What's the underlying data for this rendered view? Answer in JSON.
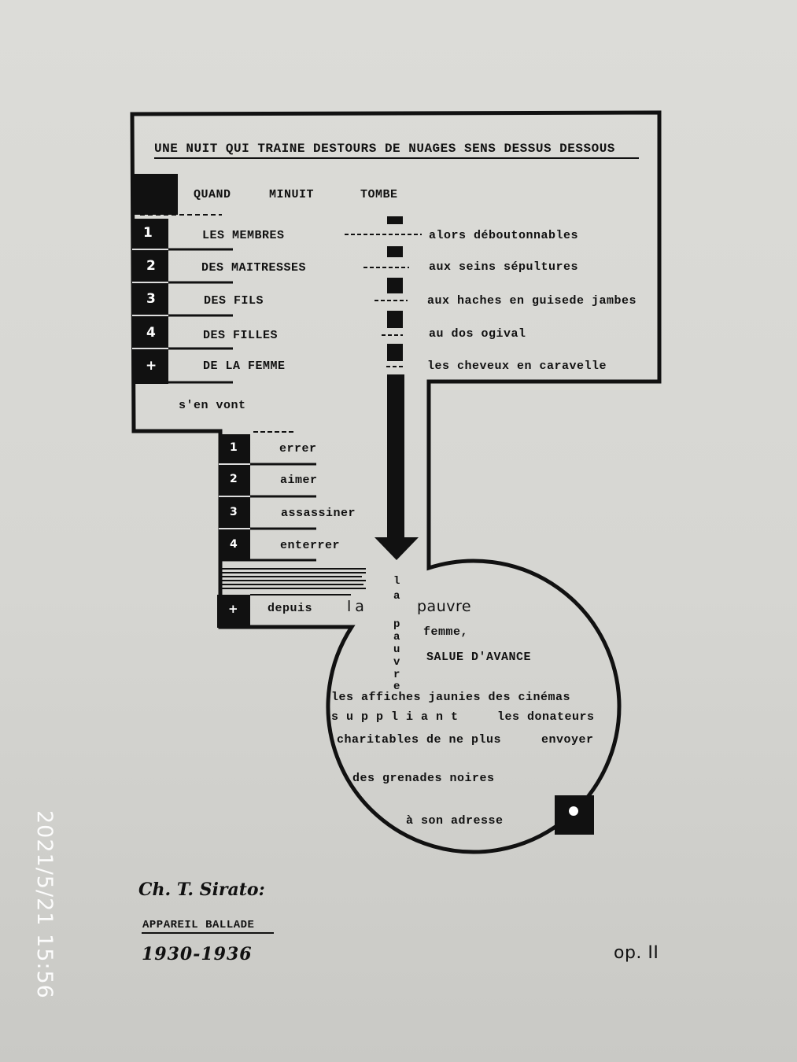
{
  "title_line": "UNE NUIT QUI TRAINE DESTOURS DE NUAGES SENS DESSUS DESSOUS",
  "header": {
    "col1": "QUAND",
    "col2": "MINUIT",
    "col3": "TOMBE"
  },
  "top_rows": [
    {
      "num": "1",
      "subject": "LES MEMBRES",
      "phrase": "alors déboutonnables"
    },
    {
      "num": "2",
      "subject": "DES MAITRESSES",
      "phrase": "aux seins sépultures"
    },
    {
      "num": "3",
      "subject": "DES FILS",
      "phrase": "aux haches en guisede jambes"
    },
    {
      "num": "4",
      "subject": "DES FILLES",
      "phrase": "au dos ogival"
    },
    {
      "num": "+",
      "subject": "DE LA FEMME",
      "phrase": "les cheveux en caravelle"
    }
  ],
  "sen_vont": "s'en vont",
  "verbs": [
    {
      "num": "1",
      "label": "errer"
    },
    {
      "num": "2",
      "label": "aimer"
    },
    {
      "num": "3",
      "label": "assassiner"
    },
    {
      "num": "4",
      "label": "enterrer"
    }
  ],
  "depuis": {
    "num": "+",
    "label": "depuis",
    "la": "la",
    "pauvre": "pauvre"
  },
  "vertical_word": [
    "l",
    "a",
    "p",
    "a",
    "u",
    "v",
    "r",
    "e"
  ],
  "circle_lines": {
    "femme": "femme,",
    "salue": "SALUE D'AVANCE",
    "line1": "les affiches jaunies des cinémas",
    "line2a": "s u p p l i a n t",
    "line2b": "les donateurs",
    "line3a": "charitables de ne plus",
    "line3b": "envoyer",
    "line4": "des grenades noires",
    "line5": "à son adresse"
  },
  "signature": "Ch. T. Sirato:",
  "work_title": "APPAREIL BALLADE",
  "years": "1930-1936",
  "opus": "op. II",
  "timestamp": "2021/5/21 15:56"
}
